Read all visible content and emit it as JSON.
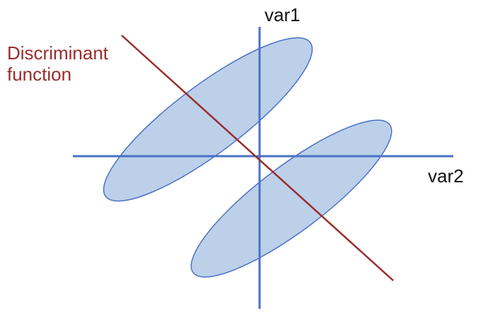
{
  "labels": {
    "var1": "var1",
    "var2": "var2",
    "discriminant_line1": "Discriminant",
    "discriminant_line2": "function"
  },
  "colors": {
    "axis": "#4a72c4",
    "ellipse_fill": "#bcd0ea",
    "ellipse_stroke": "#4a72c4",
    "discriminant": "#9b2b2b",
    "text": "#111111"
  }
}
